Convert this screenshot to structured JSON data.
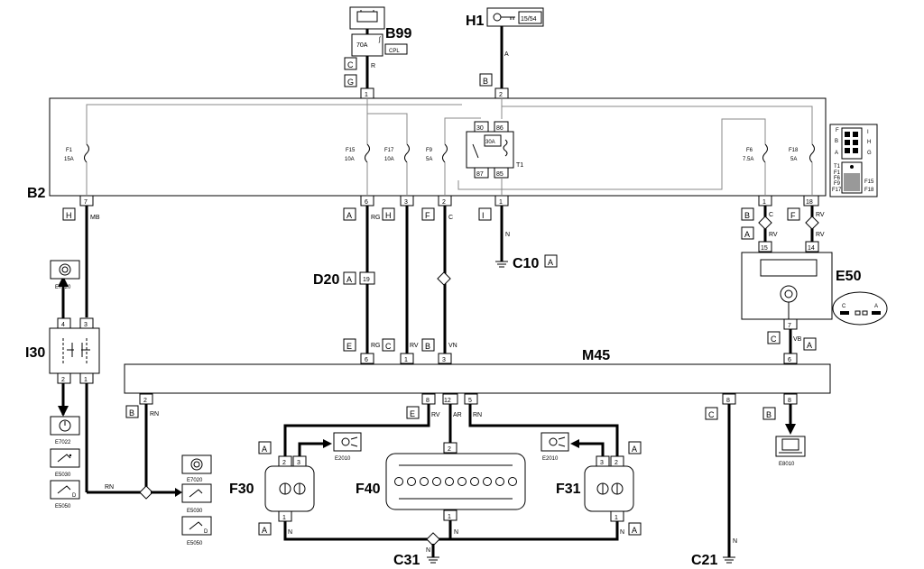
{
  "components": {
    "B99": "B99",
    "H1": "H1",
    "H1_pin": "15/54",
    "B2": "B2",
    "D20": "D20",
    "C10": "C10",
    "E50": "E50",
    "I30": "I30",
    "M45": "M45",
    "F30": "F30",
    "F40": "F40",
    "F31": "F31",
    "C31": "C31",
    "C21": "C21",
    "T1": "T1",
    "relay_rating": "30A",
    "fuse_70": "70A",
    "cpl": "CPL"
  },
  "fuses": [
    {
      "name": "F1",
      "rating": "15A"
    },
    {
      "name": "F15",
      "rating": "10A"
    },
    {
      "name": "F17",
      "rating": "10A"
    },
    {
      "name": "F9",
      "rating": "5A"
    },
    {
      "name": "F6",
      "rating": "7.5A"
    },
    {
      "name": "F18",
      "rating": "5A"
    }
  ],
  "relay_pins": [
    "30",
    "86",
    "87",
    "85"
  ],
  "inset_labels": [
    "F",
    "I",
    "B",
    "H",
    "A",
    "G",
    "T1",
    "F1",
    "F6",
    "F9",
    "F15",
    "F17",
    "F18"
  ],
  "e50_inset": [
    "C",
    "A"
  ],
  "pins": [
    "1",
    "2",
    "7",
    "6",
    "3",
    "2",
    "1",
    "1",
    "18",
    "15",
    "14",
    "19",
    "6",
    "1",
    "3",
    "7",
    "6",
    "2",
    "8",
    "12",
    "5",
    "8",
    "8",
    "2",
    "1",
    "3",
    "4",
    "2",
    "3",
    "1",
    "3",
    "2",
    "1",
    "1",
    "2",
    "1"
  ],
  "connector_letters": [
    "C",
    "G",
    "B",
    "H",
    "A",
    "H",
    "F",
    "I",
    "B",
    "F",
    "A",
    "A",
    "E",
    "C",
    "B",
    "C",
    "A",
    "B",
    "E",
    "C",
    "B",
    "A",
    "A",
    "A",
    "A",
    "A",
    "A"
  ],
  "wire_colors": [
    "R",
    "A",
    "MB",
    "RG",
    "C",
    "N",
    "C",
    "RV",
    "RV",
    "RV",
    "RG",
    "RV",
    "VN",
    "VB",
    "RN",
    "RV",
    "AR",
    "RN",
    "N",
    "N",
    "N",
    "N",
    "N",
    "RN"
  ],
  "devices": [
    "E7020",
    "E7022",
    "E5030",
    "E5050",
    "E7020",
    "E5030",
    "E5050",
    "E2010",
    "E2010",
    "E8010"
  ]
}
